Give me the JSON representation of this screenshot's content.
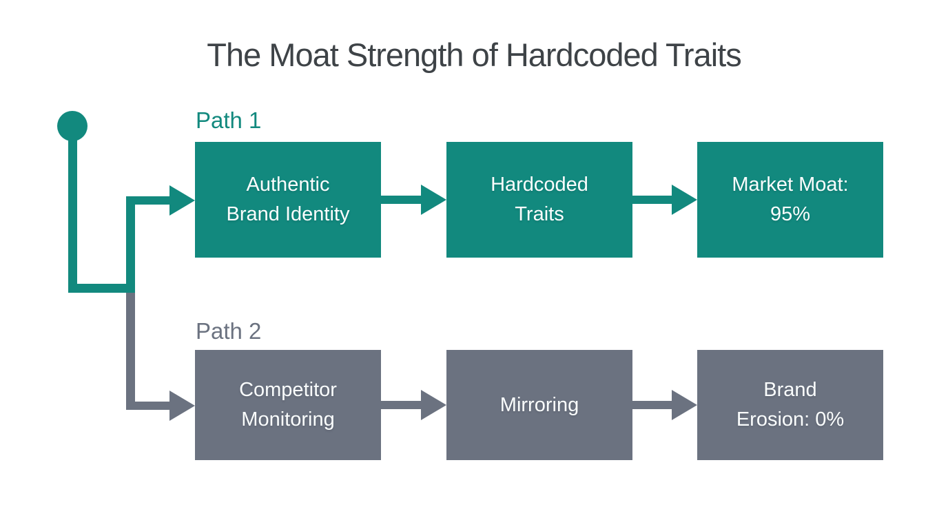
{
  "title": "The Moat Strength of Hardcoded Traits",
  "colors": {
    "teal": "#12897E",
    "gray": "#6B7280",
    "title_text": "#3E4347",
    "node_text": "#FAFDFD",
    "background": "#FFFFFF"
  },
  "paths": [
    {
      "label": "Path 1",
      "color": "#12897E",
      "nodes": [
        {
          "text": "Authentic Brand Identity",
          "lines": [
            "Authentic",
            "Brand Identity"
          ]
        },
        {
          "text": "Hardcoded Traits",
          "lines": [
            "Hardcoded",
            "Traits"
          ]
        },
        {
          "text": "Market Moat: 95%",
          "lines": [
            "Market Moat:",
            "95%"
          ]
        }
      ]
    },
    {
      "label": "Path 2",
      "color": "#6B7280",
      "nodes": [
        {
          "text": "Competitor Monitoring",
          "lines": [
            "Competitor",
            "Monitoring"
          ]
        },
        {
          "text": "Mirroring",
          "lines": [
            "Mirroring"
          ]
        },
        {
          "text": "Brand Erosion: 0%",
          "lines": [
            "Brand",
            "Erosion: 0%"
          ]
        }
      ]
    }
  ]
}
